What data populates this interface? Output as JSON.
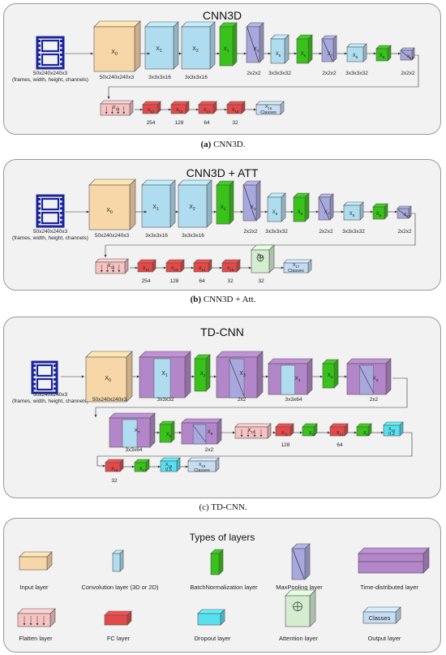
{
  "panels": [
    {
      "title": "CNN3D",
      "caption_label": "(a)",
      "caption_text": "CNN3D."
    },
    {
      "title": "CNN3D + ATT",
      "caption_label": "(b)",
      "caption_text": "CNN3D + Att."
    },
    {
      "title": "TD-CNN",
      "caption_label": "(c)",
      "caption_text": "TD-CNN."
    },
    {
      "title": "Types of layers"
    }
  ],
  "input_label_1": "50x240x240x3",
  "input_label_2": "(frames, width, height, channels)",
  "net_a": {
    "boxes": [
      "X0",
      "X1",
      "X2",
      "X3",
      "X4",
      "X5",
      "X6",
      "X7",
      "X8",
      "X9",
      "X10"
    ],
    "dims": [
      "50x240x240x3",
      "3x3x3x16",
      "3x3x3x16",
      "2x2x2",
      "3x3x3x32",
      "2x2x2",
      "3x3x3x32",
      "2x2x2"
    ],
    "row2": [
      "X11",
      "X12",
      "X13",
      "X14",
      "X15",
      "X16"
    ],
    "row2_nums": [
      "254",
      "128",
      "64",
      "32"
    ],
    "classes": "Classes"
  },
  "net_b": {
    "boxes": [
      "X0",
      "X1",
      "X2",
      "X3",
      "X4",
      "X5",
      "X6",
      "X7",
      "X8",
      "X9",
      "X10"
    ],
    "dims": [
      "50x240x240x3",
      "3x3x3x16",
      "3x3x3x16",
      "2x2x2",
      "3x3x3x32",
      "2x2x2",
      "3x3x3x32",
      "2x2x2"
    ],
    "row2": [
      "X11",
      "X12",
      "X13",
      "X14",
      "X15",
      "X16",
      "X17"
    ],
    "row2_nums": [
      "254",
      "128",
      "64",
      "32",
      "32"
    ],
    "classes": "Classes"
  },
  "net_c": {
    "boxes": [
      "X0",
      "X1",
      "X2",
      "X3",
      "X4",
      "X5",
      "X6"
    ],
    "dims": [
      "50x240x240x3",
      "3x3x32",
      "2x2",
      "3x3x64",
      "2x2"
    ],
    "row2": [
      "X7",
      "X8",
      "X9",
      "X10",
      "X11",
      "X12",
      "X13",
      "X14",
      "X15"
    ],
    "row2_dims": [
      "3x3x64",
      "2x2",
      "128",
      "64"
    ],
    "dropout1": "0.2",
    "row3": [
      "X16",
      "X17",
      "X18",
      "X19"
    ],
    "row3_num": "32",
    "dropout2": "0.5",
    "classes": "Classes"
  },
  "legend": [
    "Input layer",
    "Convolution layer (3D or 2D)",
    "BatchNormalization layer",
    "MaxPooling layer",
    "Time-distributed layer",
    "Flatten layer",
    "FC layer",
    "Dropout layer",
    "Attention layer",
    "Output layer"
  ],
  "legend_classes": "Classes",
  "colors": {
    "input": "#f7d6a7",
    "conv": "#b0dcf0",
    "bn": "#38c21a",
    "pool": "#a8a8de",
    "fc": "#e24a4a",
    "dropout": "#58e0ee",
    "flatten": "#f6c2c2",
    "att": "#d4ecd0",
    "td": "#b286c8",
    "output": "#c6dcf2",
    "film": "#19249a"
  }
}
